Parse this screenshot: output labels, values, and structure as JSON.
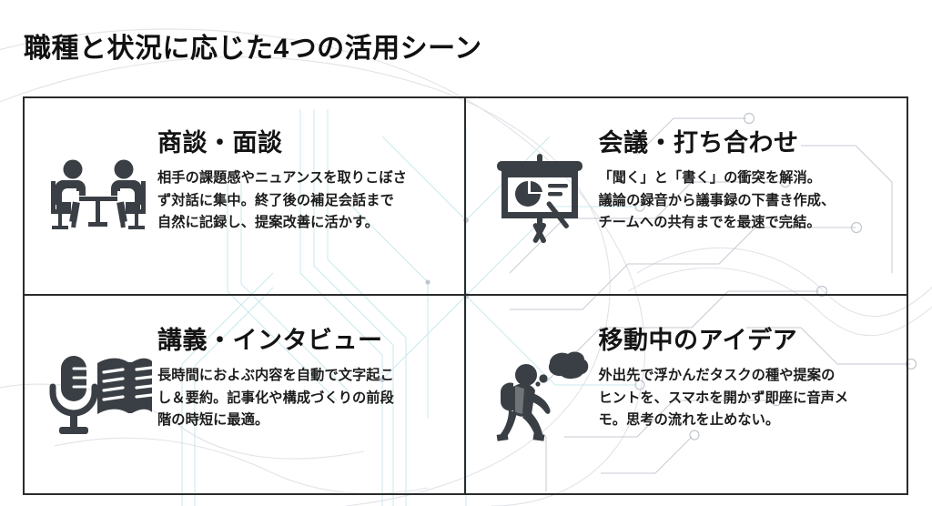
{
  "page_title": "職種と状況に応じた4つの活用シーン",
  "colors": {
    "text": "#141414",
    "body_text": "#1c1c1c",
    "border": "#2b2b2b",
    "icon": "#3a3f45",
    "background": "#ffffff",
    "decor_teal": "#8fd3dd",
    "decor_gray": "#c9c9d2"
  },
  "scenes": [
    {
      "id": "negotiation",
      "icon": "two-people-at-table-icon",
      "heading": "商談・面談",
      "desc_lines": [
        "相手の課題感やニュアンスを取りこぼさ",
        "ず対話に集中。終了後の補足会話まで",
        "自然に記録し、提案改善に活かす。"
      ]
    },
    {
      "id": "meeting",
      "icon": "presentation-board-icon",
      "heading": "会議・打ち合わせ",
      "desc_lines": [
        "「聞く」と「書く」の衝突を解消。",
        "議論の録音から議事録の下書き作成、",
        "チームへの共有までを最速で完結。"
      ]
    },
    {
      "id": "lecture-interview",
      "icon": "microphone-and-book-icon",
      "heading": "講義・インタビュー",
      "desc_lines": [
        "長時間におよぶ内容を自動で文字起こ",
        "し＆要約。記事化や構成づくりの前段",
        "階の時短に最適。"
      ]
    },
    {
      "id": "idea-on-the-move",
      "icon": "walking-person-thought-bubble-icon",
      "heading": "移動中のアイデア",
      "desc_lines": [
        "外出先で浮かんだタスクの種や提案の",
        "ヒントを、スマホを開かず即座に音声メ",
        "モ。思考の流れを止めない。"
      ]
    }
  ]
}
